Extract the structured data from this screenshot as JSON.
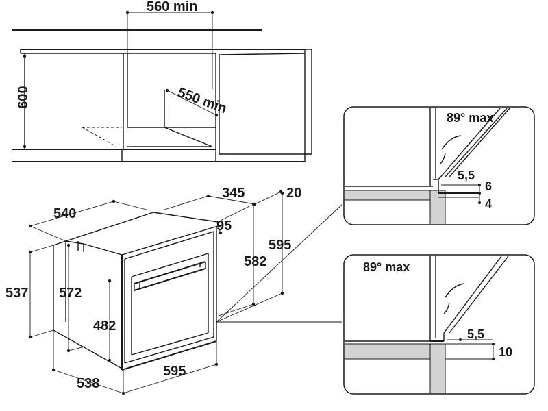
{
  "niche": {
    "width_min": "560 min",
    "depth_min": "550 min",
    "height": "600"
  },
  "oven": {
    "depth_total": "540",
    "body_depth": "345",
    "front_offset": "20",
    "panel_offset": "95",
    "height_side": "537",
    "height_inner": "572",
    "height_body": "582",
    "height_front": "595",
    "door_height": "482",
    "width_front": "595",
    "depth_side": "538"
  },
  "detail_top": {
    "angle": "89° max",
    "gap": "5,5",
    "dim_a": "6",
    "dim_b": "4"
  },
  "detail_bottom": {
    "angle": "89° max",
    "gap": "5,5",
    "dim_a": "10"
  }
}
